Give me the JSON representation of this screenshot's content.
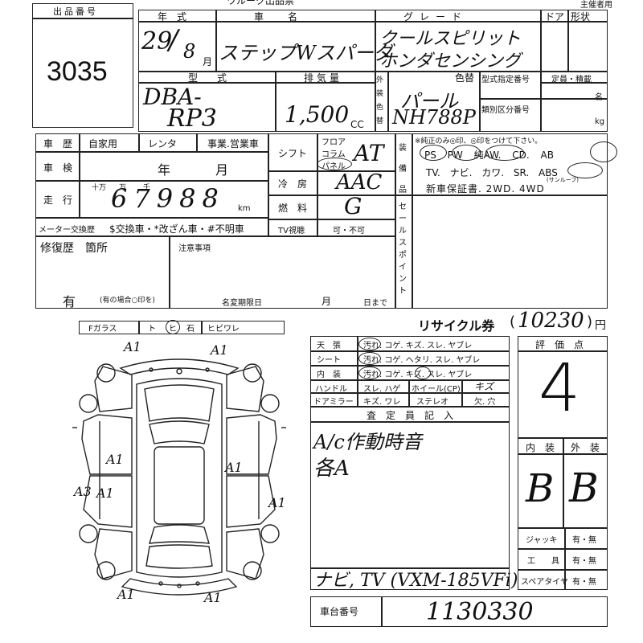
{
  "header": {
    "corner_label": "主催者用",
    "lot_label": "出品番号",
    "lot_number": "3035",
    "brand_fragment": "ワルーク出品票"
  },
  "row1": {
    "year_label": "年　式",
    "year": "29",
    "month": "8",
    "month_unit": "月",
    "name_label": "車　　名",
    "name": "ステップWスパーダ",
    "grade_label": "グレード",
    "grade_line1": "クールスピリット",
    "grade_line2": "ホンダセンシング",
    "door_label": "ドア",
    "body_label": "形状"
  },
  "row2": {
    "type_label": "型　　式",
    "type_line1": "DBA-",
    "type_line2": "RP3",
    "displacement_label": "排気量",
    "displacement": "1,500",
    "displacement_unit": "CC",
    "exterior_label": "外装色替",
    "color_label": "色替",
    "color_value": "パール",
    "color_code": "NH788P",
    "model_no_label": "型式指定番号",
    "class_no_label": "類別区分番号",
    "capacity_label": "定員・積載",
    "persons_unit": "名",
    "kg_unit": "kg"
  },
  "history": {
    "label": "車　歴",
    "options": [
      "自家用",
      "レンタ",
      "事業.営業車"
    ],
    "inspection_label": "車　検",
    "inspection_year_unit": "年",
    "inspection_month_unit": "月",
    "mileage_label": "走　行",
    "digit_units": [
      "十万",
      "万",
      "千"
    ],
    "mileage": "67988",
    "km_unit": "km",
    "meter_label": "メーター交換歴",
    "meter_options": "$交換車・*改ざん車・#不明車"
  },
  "specs": {
    "shift_label": "シフト",
    "shift_options": [
      "フロア",
      "コラム",
      "パネル"
    ],
    "shift_value": "AT",
    "aircon_label": "冷　房",
    "aircon_value": "AAC",
    "fuel_label": "燃　料",
    "fuel_value": "G",
    "tv_label": "TV視聴",
    "tv_options": "可・不可"
  },
  "equipment": {
    "label": "装備品",
    "note": "※純正のみ◎印、◎印をつけて下さい。",
    "line1": "PS PW 純AW. CD. AB",
    "line2": "TV. ナビ. カワ. SR. ABS",
    "sr_sub": "(サンルーフ)",
    "line3": "新車保証書. 2WD. 4WD",
    "sales_point_label": "セールスポイント"
  },
  "repair": {
    "label": "修復歴　箇所",
    "notes_label": "注意事項",
    "value": "有",
    "note": "(有の場合○印を)",
    "deadline_label": "名変期限日",
    "month_unit": "月",
    "day_unit": "日まで"
  },
  "glass": {
    "label": "Fガラス",
    "options": [
      "ト",
      "ヒ",
      "石",
      "ヒビワレ"
    ]
  },
  "recycle": {
    "label": "リサイクル券",
    "amount": "10230",
    "unit": "円"
  },
  "condition": {
    "rows": [
      {
        "label": "天　張",
        "options": "汚れ. コゲ. キズ. スレ. ヤブレ"
      },
      {
        "label": "シート",
        "options": "汚れ. コゲ. ヘタリ. スレ. ヤブレ"
      },
      {
        "label": "内　装",
        "options": "汚れ. コゲ. キズ. スレ. ヤブレ"
      }
    ],
    "handle_label": "ハンドル",
    "handle_options": "スレ. ハゲ",
    "wheel_label": "ホイール(CP)",
    "wheel_mark": "キズ",
    "mirror_label": "ドアミラー",
    "mirror_options": "キズ. ワレ",
    "stereo_label": "ステレオ",
    "stereo_options": "欠. 穴"
  },
  "inspector": {
    "label": "査　定　員　記　入",
    "line1": "A/c作動時音",
    "line2": "各A",
    "bottom": "ナビ, TV (VXM-185VFi)"
  },
  "grade": {
    "score_label": "評　価　点",
    "score": "4",
    "interior_label": "内　装",
    "exterior_label": "外　装",
    "interior": "B",
    "exterior": "B",
    "tools": [
      {
        "label": "ジャッキ",
        "value": "有・無"
      },
      {
        "label": "工　　具",
        "value": "有・無"
      },
      {
        "label": "スペアタイヤ",
        "value": "有・無"
      }
    ]
  },
  "chassis": {
    "label": "車台番号",
    "value": "1130330"
  },
  "damage": {
    "A1": "A1",
    "A3": "A3"
  }
}
